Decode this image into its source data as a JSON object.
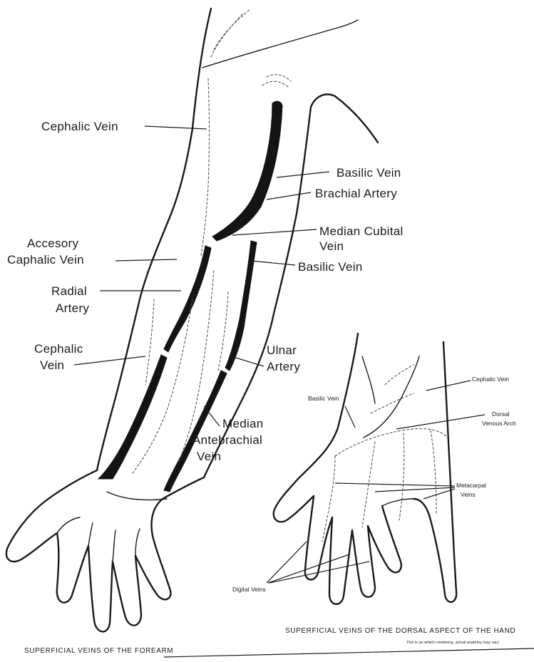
{
  "forearm_labels": {
    "cephalic_vein_upper": "Cephalic Vein",
    "basilic_vein_upper": "Basilic Vein",
    "brachial_artery": "Brachial Artery",
    "median_cubital_vein_1": "Median Cubital",
    "median_cubital_vein_2": "Vein",
    "accessory_cephalic_1": "Accesory",
    "accessory_cephalic_2": "Caphalic Vein",
    "basilic_vein_lower": "Basilic Vein",
    "radial_artery_1": "Radial",
    "radial_artery_2": "Artery",
    "cephalic_vein_lower_1": "Cephalic",
    "cephalic_vein_lower_2": "Vein",
    "ulnar_artery_1": "Ulnar",
    "ulnar_artery_2": "Artery",
    "median_antebrachial_1": "Median",
    "median_antebrachial_2": "Antebrachial",
    "median_antebrachial_3": "Vein"
  },
  "hand_labels": {
    "basilic_vein": "Basilic Vein",
    "cephalic_vein": "Cephalic Vein",
    "dorsal_venous_arch_1": "Dorsal",
    "dorsal_venous_arch_2": "Venous Arch",
    "metacarpal_veins_1": "Metacarpal",
    "metacarpal_veins_2": "Veins",
    "digital_veins": "Digital Veins"
  },
  "captions": {
    "hand_caption": "SUPERFICIAL VEINS OF THE DORSAL ASPECT OF THE HAND",
    "forearm_caption": "SUPERFICIAL VEINS OF THE FOREARM",
    "footnote": "This is an artist's rendering, actual anatomy may vary"
  }
}
